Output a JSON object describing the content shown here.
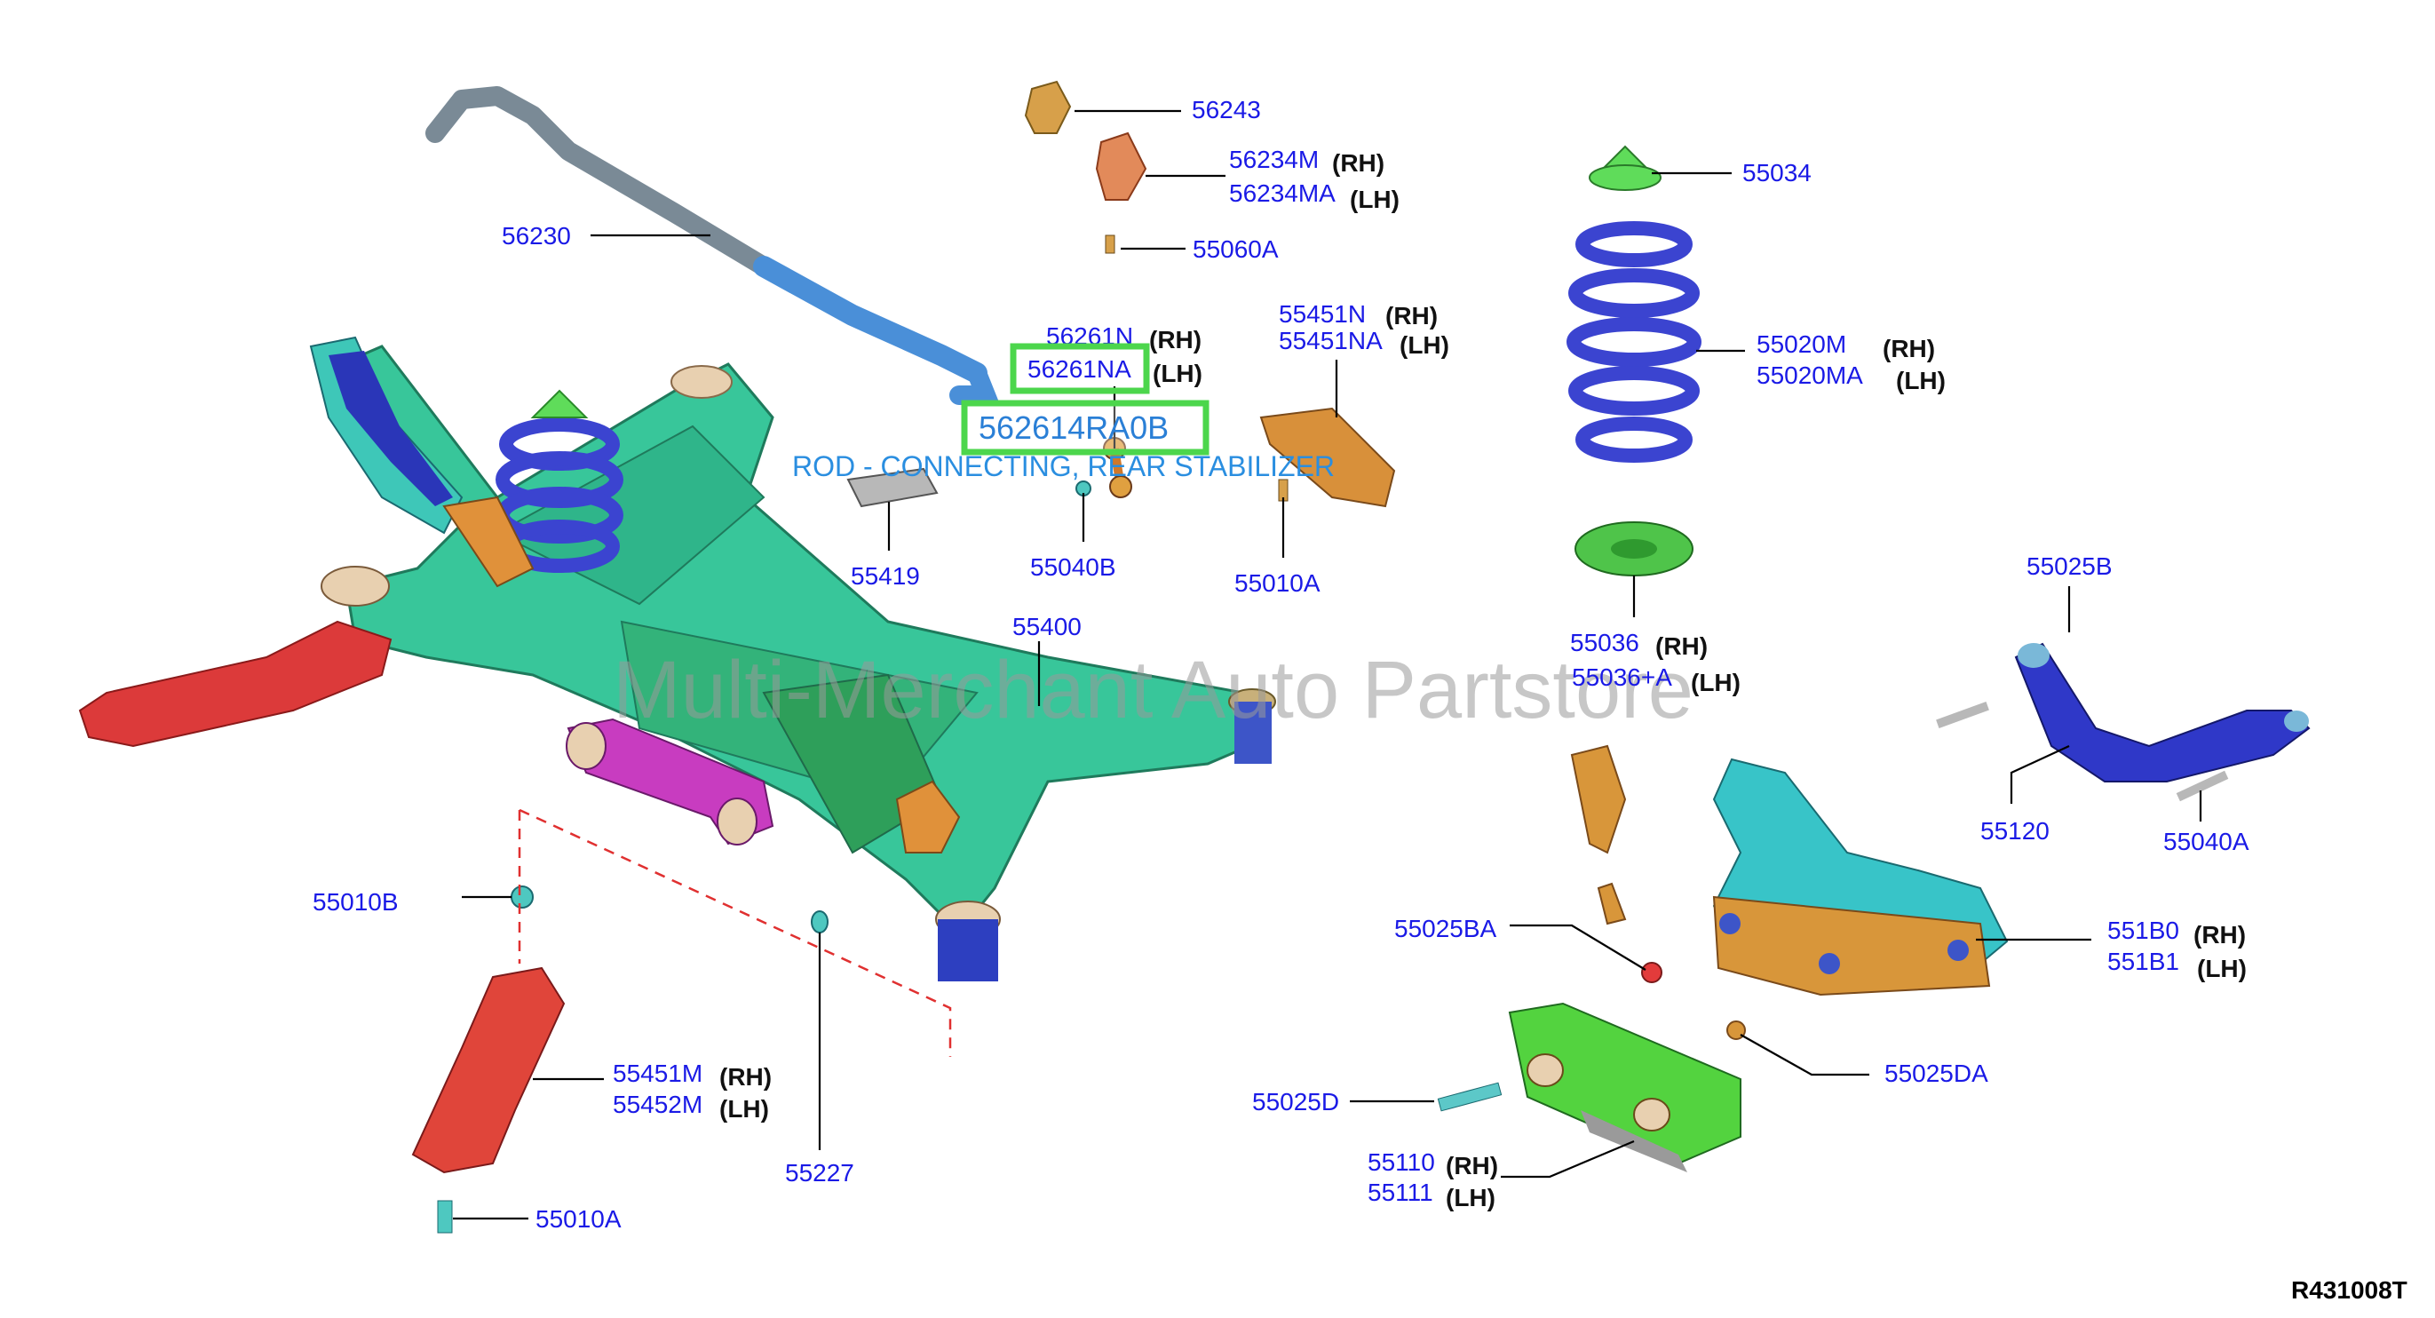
{
  "watermark": "Multi-Merchant Auto Partstore",
  "diagram_code": "R431008T",
  "highlight": {
    "part_number": "562614RA0B",
    "description": "ROD - CONNECTING, REAR STABILIZER",
    "selected_label": "56261NA",
    "colors": {
      "box": "#4cd64c",
      "text": "#2a8ee0"
    }
  },
  "parts": {
    "p56243": {
      "num": "56243"
    },
    "p56234M": {
      "num": "56234M",
      "side": "(RH)"
    },
    "p56234MA": {
      "num": "56234MA",
      "side": "(LH)"
    },
    "p55060A": {
      "num": "55060A"
    },
    "p56230": {
      "num": "56230"
    },
    "p56261N": {
      "num": "56261N",
      "side": "(RH)"
    },
    "p56261NA": {
      "num": "56261NA",
      "side": "(LH)"
    },
    "p55451N": {
      "num": "55451N",
      "side": "(RH)"
    },
    "p55451NA": {
      "num": "55451NA",
      "side": "(LH)"
    },
    "p55034": {
      "num": "55034"
    },
    "p55020M": {
      "num": "55020M",
      "side": "(RH)"
    },
    "p55020MA": {
      "num": "55020MA",
      "side": "(LH)"
    },
    "p55419": {
      "num": "55419"
    },
    "p55040B": {
      "num": "55040B"
    },
    "p55010A_top": {
      "num": "55010A"
    },
    "p55036": {
      "num": "55036",
      "side": "(RH)"
    },
    "p55036A": {
      "num": "55036+A",
      "side": "(LH)"
    },
    "p55025B": {
      "num": "55025B"
    },
    "p55400": {
      "num": "55400"
    },
    "p55120": {
      "num": "55120"
    },
    "p55040A": {
      "num": "55040A"
    },
    "p55010B": {
      "num": "55010B"
    },
    "p55025BA": {
      "num": "55025BA"
    },
    "p551B0": {
      "num": "551B0",
      "side": "(RH)"
    },
    "p551B1": {
      "num": "551B1",
      "side": "(LH)"
    },
    "p55451M": {
      "num": "55451M",
      "side": "(RH)"
    },
    "p55452M": {
      "num": "55452M",
      "side": "(LH)"
    },
    "p55227": {
      "num": "55227"
    },
    "p55025DA": {
      "num": "55025DA"
    },
    "p55025D": {
      "num": "55025D"
    },
    "p55110": {
      "num": "55110",
      "side": "(RH)"
    },
    "p55111": {
      "num": "55111",
      "side": "(LH)"
    },
    "p55010A_bottom": {
      "num": "55010A"
    }
  }
}
